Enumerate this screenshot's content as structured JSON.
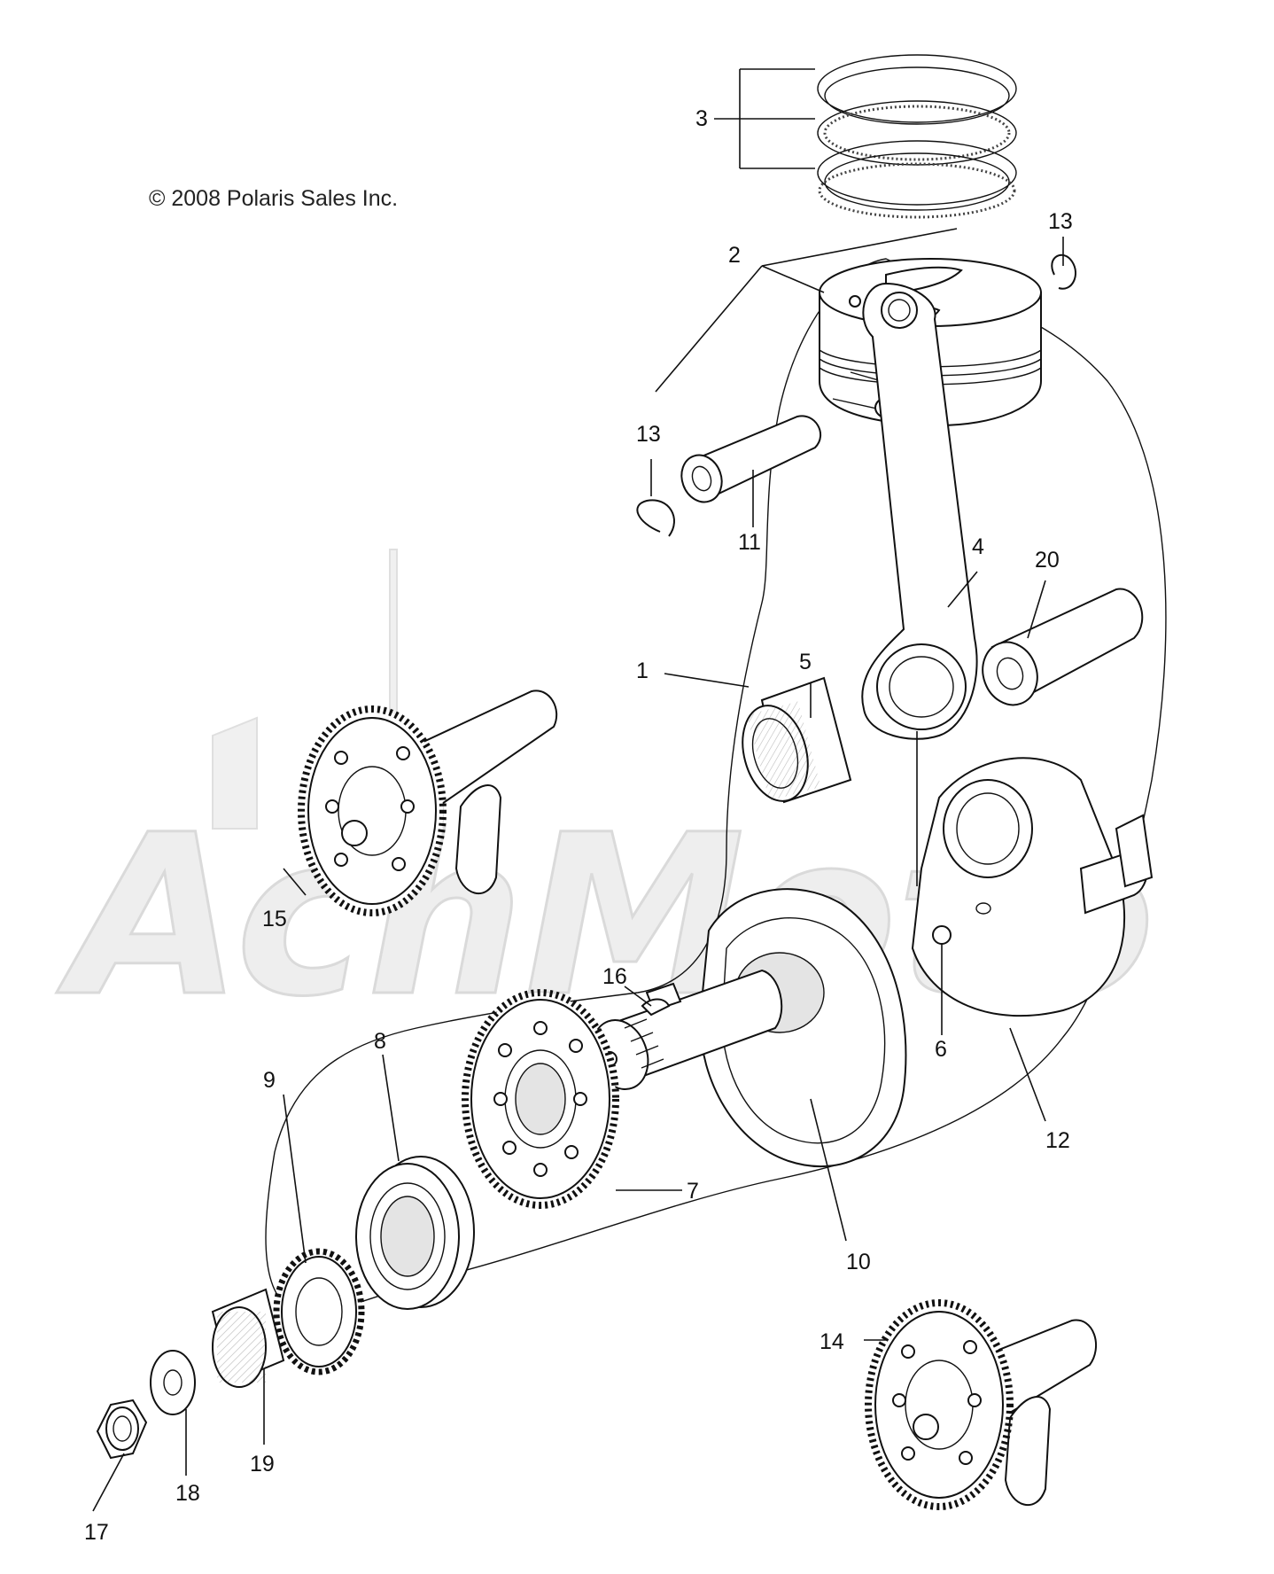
{
  "copyright": "© 2008 Polaris Sales Inc.",
  "watermark": "AchMoto",
  "callouts": {
    "c1": "1",
    "c2": "2",
    "c3": "3",
    "c4": "4",
    "c5": "5",
    "c6": "6",
    "c7": "7",
    "c8": "8",
    "c9": "9",
    "c10": "10",
    "c11": "11",
    "c12": "12",
    "c13a": "13",
    "c13b": "13",
    "c14": "14",
    "c15": "15",
    "c16": "16",
    "c17": "17",
    "c18": "18",
    "c19": "19",
    "c20": "20"
  }
}
